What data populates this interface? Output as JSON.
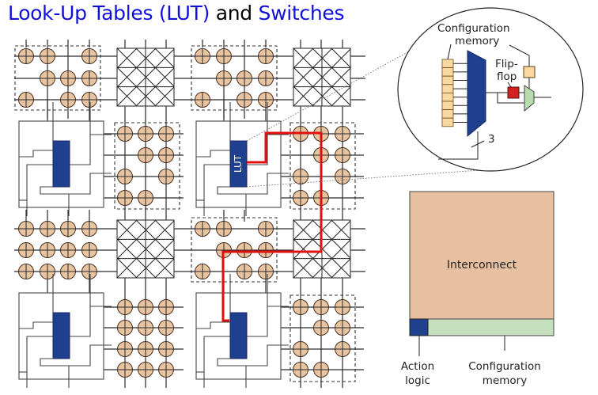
{
  "title": {
    "part1": "Look-Up Tables (LUT)",
    "part2": " and ",
    "part3": "Switches"
  },
  "colors": {
    "title_blue": "#1010d8",
    "switch_fill": "#e8c4a0",
    "lut_fill": "#1f3f8f",
    "route_red": "#e01010",
    "interconnect_fill": "#e6c0a0",
    "config_memory_fill": "#c4e0bc",
    "flipflop_fill": "#d42020",
    "memory_cell_fill": "#fad9a0",
    "mux_fill": "#b8dcb0"
  },
  "fpga_grid": {
    "lut_label": "LUT"
  },
  "zoom_detail": {
    "config_memory_label_1": "Configuration",
    "config_memory_label_2": "memory",
    "flipflop_label_1": "Flip-",
    "flipflop_label_2": "flop",
    "select_bits_label": "3",
    "memory_cells": 8
  },
  "area_breakdown": {
    "interconnect_label": "Interconnect",
    "action_logic_label_1": "Action",
    "action_logic_label_2": "logic",
    "config_memory_label_1": "Configuration",
    "config_memory_label_2": "memory"
  }
}
